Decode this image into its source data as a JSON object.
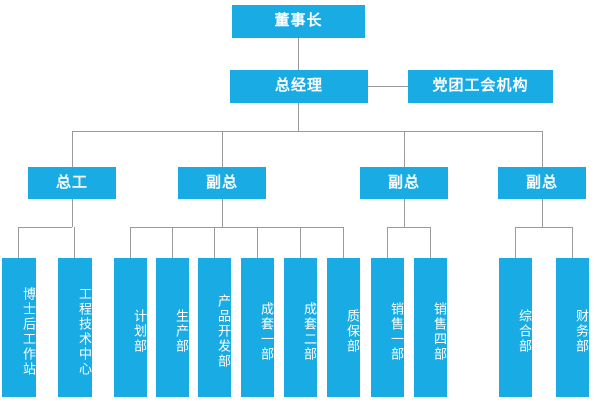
{
  "chart_data": {
    "type": "diagram",
    "title": "",
    "diagram_kind": "organizational-chart",
    "orientation": "top-down",
    "colors": {
      "box_fill": "#19ABE3",
      "box_text": "#FFFFFF",
      "connector": "#9A9A9A",
      "background": "#FFFFFF"
    },
    "levels": [
      {
        "level": 1,
        "nodes": [
          "董事长"
        ]
      },
      {
        "level": 2,
        "nodes": [
          "总经理",
          "党团工会机构"
        ]
      },
      {
        "level": 3,
        "nodes": [
          "总工",
          "副总",
          "副总",
          "副总"
        ]
      },
      {
        "level": 4,
        "nodes": [
          "博士后工作站",
          "工程技术中心",
          "计划部",
          "生产部",
          "产品开发部",
          "成套一部",
          "成套二部",
          "质保部",
          "销售一部",
          "销售四部",
          "综合部",
          "财务部"
        ]
      }
    ],
    "edges": [
      {
        "from": "董事长",
        "to": "总经理"
      },
      {
        "from": "总经理",
        "to": "党团工会机构"
      },
      {
        "from": "总经理",
        "to": "总工"
      },
      {
        "from": "总经理",
        "to": "副总1"
      },
      {
        "from": "总经理",
        "to": "副总2"
      },
      {
        "from": "总经理",
        "to": "副总3"
      },
      {
        "from": "总工",
        "to": "博士后工作站"
      },
      {
        "from": "总工",
        "to": "工程技术中心"
      },
      {
        "from": "副总1",
        "to": "计划部"
      },
      {
        "from": "副总1",
        "to": "生产部"
      },
      {
        "from": "副总1",
        "to": "产品开发部"
      },
      {
        "from": "副总1",
        "to": "成套一部"
      },
      {
        "from": "副总1",
        "to": "成套二部"
      },
      {
        "from": "副总1",
        "to": "质保部"
      },
      {
        "from": "副总2",
        "to": "销售一部"
      },
      {
        "from": "副总2",
        "to": "销售四部"
      },
      {
        "from": "副总3",
        "to": "综合部"
      },
      {
        "from": "副总3",
        "to": "财务部"
      }
    ]
  },
  "chart": {
    "chairman": {
      "label": "董事长"
    },
    "general_manager": {
      "label": "总经理"
    },
    "party_union": {
      "label": "党团工会机构"
    },
    "executives": [
      {
        "label": "总工"
      },
      {
        "label": "副总"
      },
      {
        "label": "副总"
      },
      {
        "label": "副总"
      }
    ],
    "departments": [
      {
        "label": "博士后工作站"
      },
      {
        "label": "工程技术中心"
      },
      {
        "label": "计划部"
      },
      {
        "label": "生产部"
      },
      {
        "label": "产品开发部"
      },
      {
        "label": "成套一部"
      },
      {
        "label": "成套二部"
      },
      {
        "label": "质保部"
      },
      {
        "label": "销售一部"
      },
      {
        "label": "销售四部"
      },
      {
        "label": "综合部"
      },
      {
        "label": "财务部"
      }
    ]
  }
}
